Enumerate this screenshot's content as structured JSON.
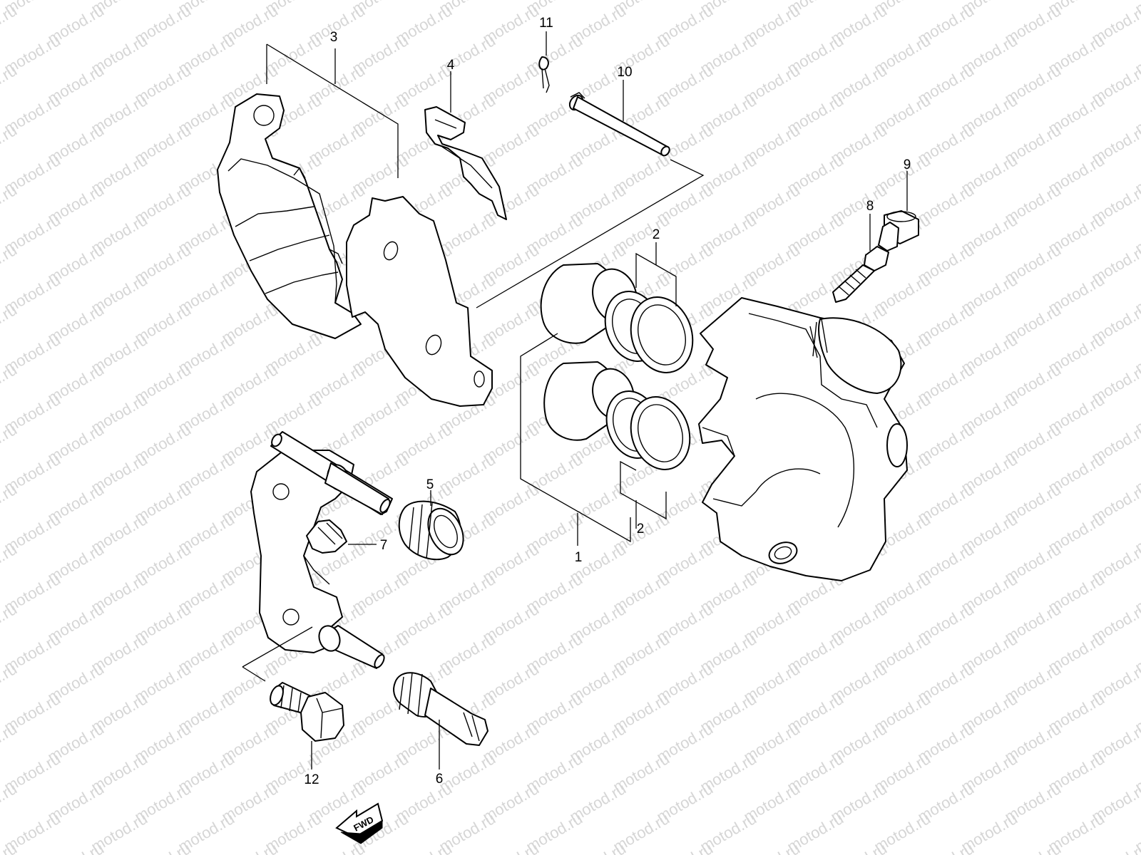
{
  "watermark": {
    "text": "motod.ru"
  },
  "colors": {
    "line": "#000000",
    "background": "#ffffff",
    "watermark": "#d6d6d6"
  },
  "callouts": {
    "c1": "1",
    "c2a": "2",
    "c2b": "2",
    "c3": "3",
    "c4": "4",
    "c5": "5",
    "c6": "6",
    "c7": "7",
    "c8": "8",
    "c9": "9",
    "c10": "10",
    "c11": "11",
    "c12": "12"
  },
  "fwd_badge": {
    "label": "FWD",
    "icon": "fwd-arrow-icon"
  }
}
